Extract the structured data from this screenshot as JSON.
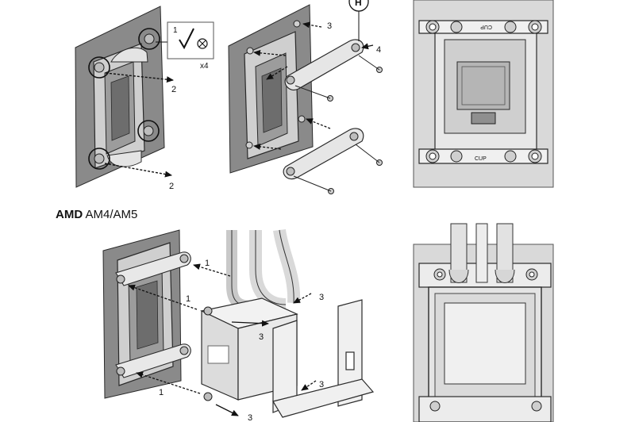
{
  "section_heading": {
    "bold": "AMD",
    "regular": "AM4/AM5"
  },
  "callouts": {
    "fig1": {
      "check": "1",
      "arrow_a": "2",
      "arrow_b": "2",
      "multiplier": "x4"
    },
    "fig2": {
      "step_a": "3",
      "step_b": "4",
      "hole_letter": "H"
    },
    "fig3": {
      "top_mark": "CUP",
      "bottom_mark": "CUP"
    },
    "fig4": {
      "s1a": "1",
      "s1b": "1",
      "s1c": "1",
      "s3a": "3",
      "s3b": "3",
      "s3c": "3",
      "s3d": "3"
    }
  },
  "colors": {
    "panel_fill": "#d9d9d9",
    "board_fill": "#8a8a8a",
    "line": "#2a2a2a"
  }
}
